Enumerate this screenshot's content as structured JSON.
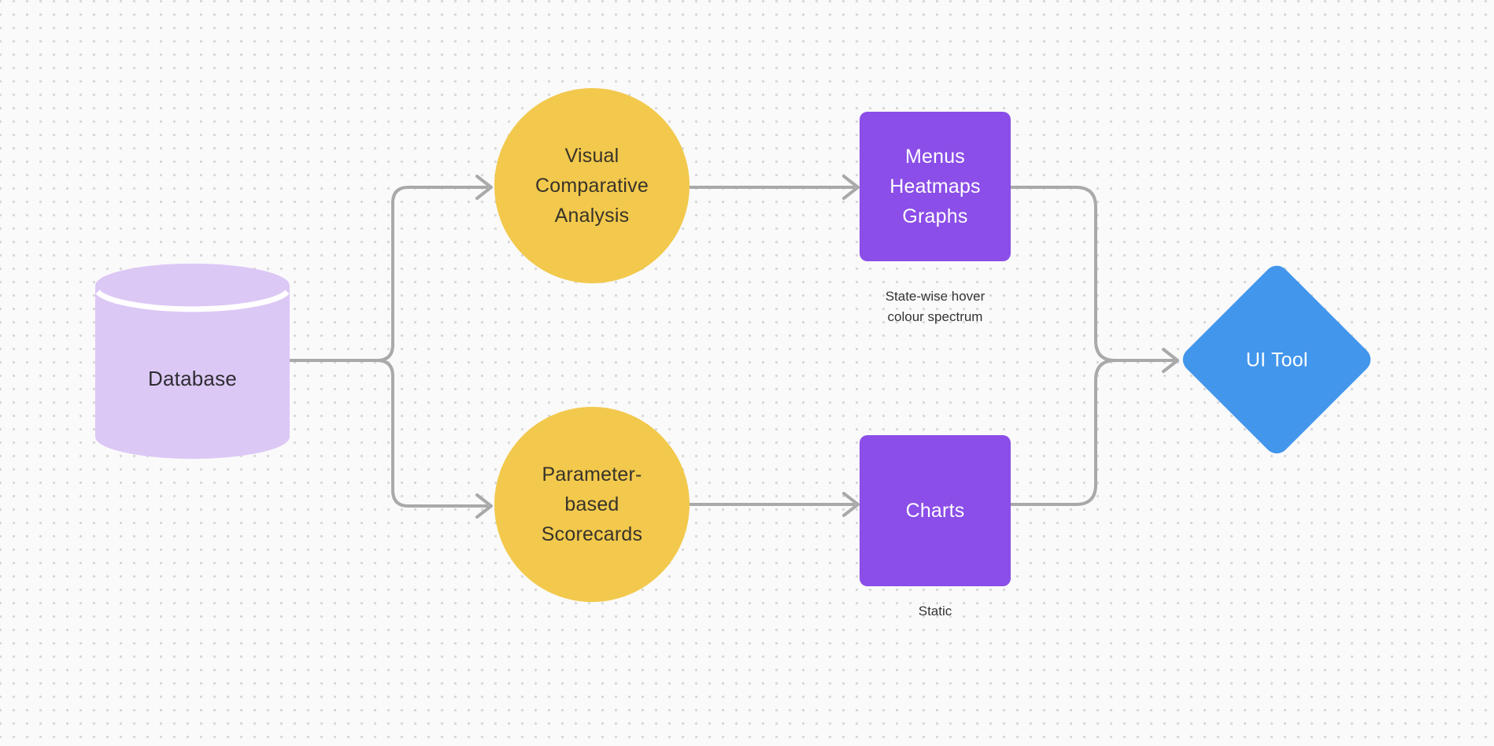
{
  "canvas": {
    "arrow_color": "#A9A9A9",
    "background": "#FAFAFA"
  },
  "nodes": {
    "database": {
      "label": "Database",
      "fill": "#DCC8F5"
    },
    "analysis_circle": {
      "label": "Visual\nComparative\nAnalysis",
      "fill": "#F2C94C"
    },
    "scorecards_circle": {
      "label": "Parameter-\nbased\nScorecards",
      "fill": "#F2C94C"
    },
    "menus_rect": {
      "label": "Menus\nHeatmaps\nGraphs",
      "fill": "#8B4EE8"
    },
    "charts_rect": {
      "label": "Charts",
      "fill": "#8B4EE8"
    },
    "ui_tool_diamond": {
      "label": "UI Tool",
      "fill": "#4296EC"
    }
  },
  "captions": {
    "menus_note": "State-wise hover\ncolour spectrum",
    "charts_note": "Static"
  }
}
